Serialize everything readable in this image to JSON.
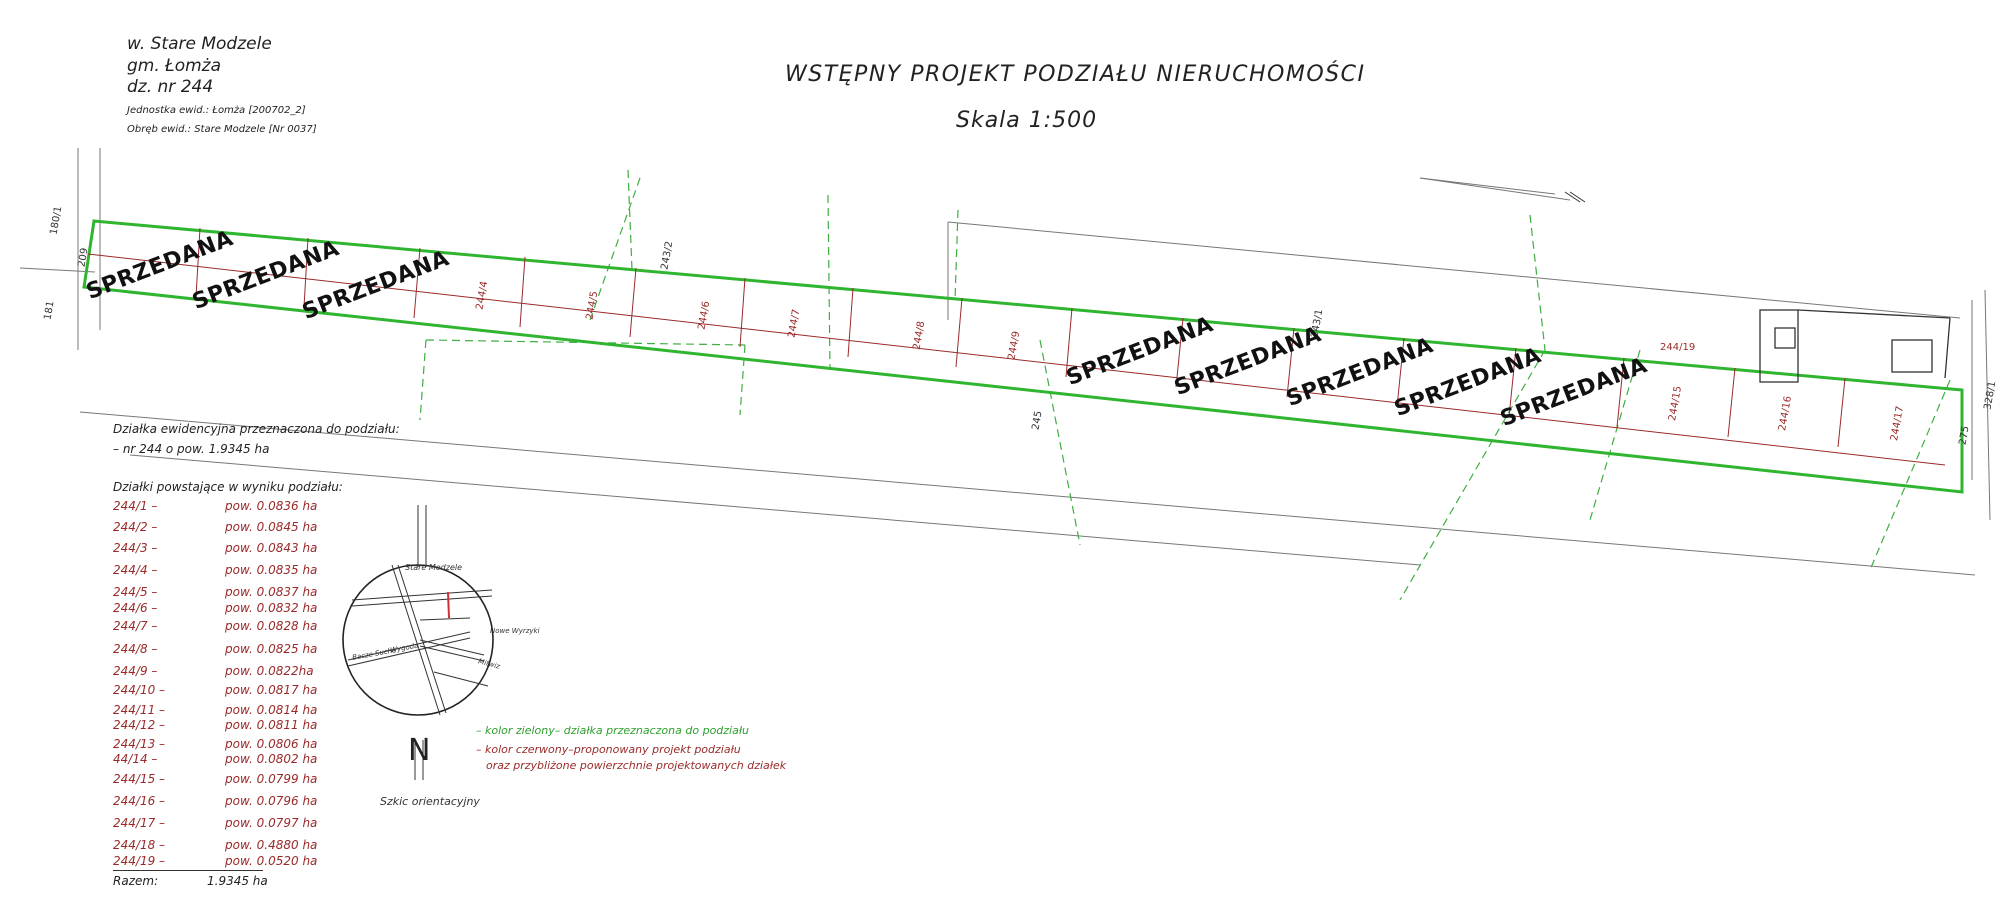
{
  "header": {
    "village": "w. Stare Modzele",
    "commune": "gm. Łomża",
    "parcel": "dz. nr 244",
    "unit": "Jednostka ewid.: Łomża [200702_2]",
    "precinct": "Obręb ewid.: Stare Modzele [Nr 0037]"
  },
  "title": "WSTĘPNY PROJEKT PODZIAŁU NIERUCHOMOŚCI",
  "scale": "Skala 1:500",
  "source_note": {
    "line1": "Działka ewidencyjna przeznaczona do podziału:",
    "line2": "– nr 244 o pow. 1.9345 ha"
  },
  "parcels_heading": "Działki powstające w wyniku podziału:",
  "parcels": [
    {
      "id": "244/1 –",
      "area": "pow.   0.0836  ha"
    },
    {
      "id": "244/2 –",
      "area": "pow.   0.0845  ha"
    },
    {
      "id": "244/3 –",
      "area": "pow.   0.0843  ha"
    },
    {
      "id": "244/4 –",
      "area": "pow.   0.0835  ha"
    },
    {
      "id": "244/5 –",
      "area": "pow.   0.0837  ha"
    },
    {
      "id": "244/6 –",
      "area": "pow.   0.0832  ha"
    },
    {
      "id": "244/7 –",
      "area": "pow.   0.0828  ha"
    },
    {
      "id": "244/8 –",
      "area": "pow.   0.0825  ha"
    },
    {
      "id": "244/9 –",
      "area": "pow.   0.0822ha"
    },
    {
      "id": "244/10 –",
      "area": "pow.   0.0817  ha"
    },
    {
      "id": "244/11 –",
      "area": "pow.   0.0814  ha"
    },
    {
      "id": "244/12 –",
      "area": "pow.   0.0811  ha"
    },
    {
      "id": "244/13 –",
      "area": "pow.   0.0806  ha"
    },
    {
      "id": "44/14 –",
      "area": "pow.   0.0802  ha"
    },
    {
      "id": "244/15 –",
      "area": "pow.   0.0799  ha"
    },
    {
      "id": "244/16 –",
      "area": "pow.   0.0796  ha"
    },
    {
      "id": "244/17 –",
      "area": "pow.   0.0797  ha"
    },
    {
      "id": "244/18 –",
      "area": "pow.   0.4880  ha"
    },
    {
      "id": "244/19 –",
      "area": "pow.   0.0520  ha"
    }
  ],
  "total": {
    "label": "Razem:",
    "value": "1.9345  ha"
  },
  "legend": {
    "green": "– kolor zielony– działka przeznaczona do podziału",
    "red1": "– kolor czerwony–proponowany projekt podziału",
    "red2": "oraz przybliżone powierzchnie projektowanych działek"
  },
  "sketch": {
    "caption": "Szkic orientacyjny",
    "north": "N",
    "streets": [
      "Stare Modzele",
      "Bacze Suche",
      "Wygoda",
      "Nowe Wyrzyki",
      "Mitwiz"
    ]
  },
  "sold_label": "SPRZEDANA",
  "map_labels": [
    "244/4",
    "244/5",
    "244/6",
    "244/7",
    "244/8",
    "244/9",
    "244/15",
    "244/16",
    "244/17",
    "244/19",
    "245",
    "243/1",
    "243/2",
    "209",
    "181",
    "180/1",
    "275",
    "328/1"
  ],
  "colors": {
    "parcel_outline": "#2fb52f",
    "division": "#9a2a2a",
    "sold_text": "#111111"
  }
}
